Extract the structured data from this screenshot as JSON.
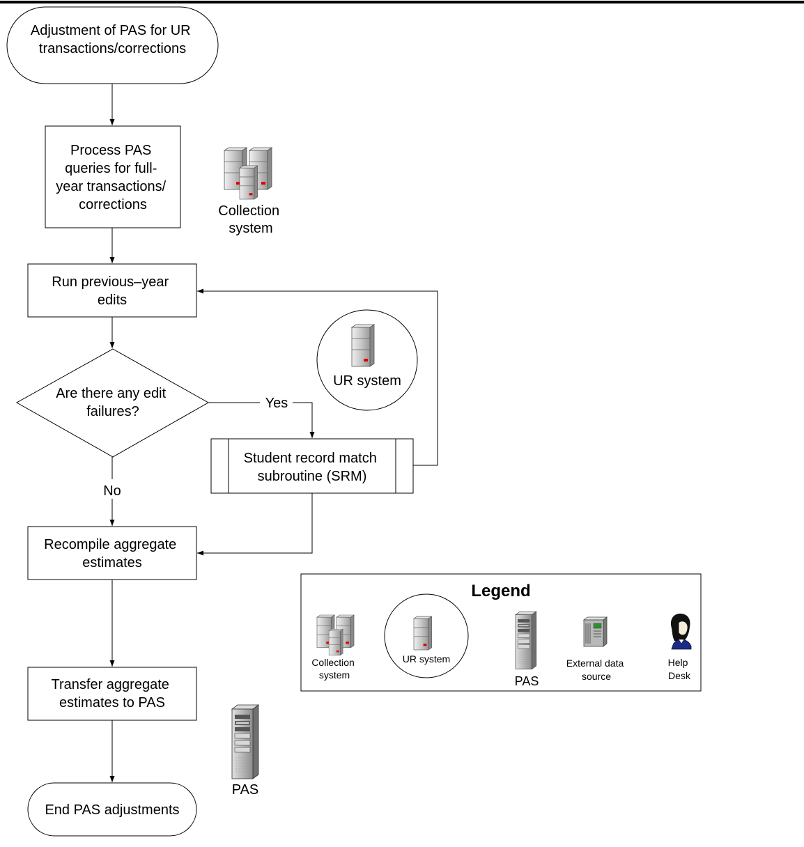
{
  "flowchart": {
    "start": [
      "Adjustment of PAS for UR",
      "transactions/corrections"
    ],
    "process_queries": [
      "Process PAS",
      "queries for full-",
      "year transactions/",
      "corrections"
    ],
    "run_edits": [
      "Run previous–year",
      "edits"
    ],
    "decision": [
      "Are there any edit",
      "failures?"
    ],
    "srm": [
      "Student record match",
      "subroutine  (SRM)"
    ],
    "recompile": [
      "Recompile aggregate",
      "estimates"
    ],
    "transfer": [
      "Transfer aggregate",
      "estimates to PAS"
    ],
    "end": "End PAS adjustments",
    "yes_label": "Yes",
    "no_label": "No"
  },
  "side_icons": {
    "collection_system": [
      "Collection",
      "system"
    ],
    "ur_system": "UR system",
    "pas": "PAS"
  },
  "legend": {
    "title": "Legend",
    "collection_system": [
      "Collection",
      "system"
    ],
    "ur_system": "UR system",
    "pas": "PAS",
    "external_data_source": [
      "External data",
      "source"
    ],
    "help_desk": [
      "Help",
      "Desk"
    ]
  },
  "colors": {
    "line": "#000000",
    "server_body": "#c0c0c0",
    "server_dark": "#808080",
    "server_led": "#e00000",
    "helpdesk_shirt": "#1a2a8c"
  }
}
